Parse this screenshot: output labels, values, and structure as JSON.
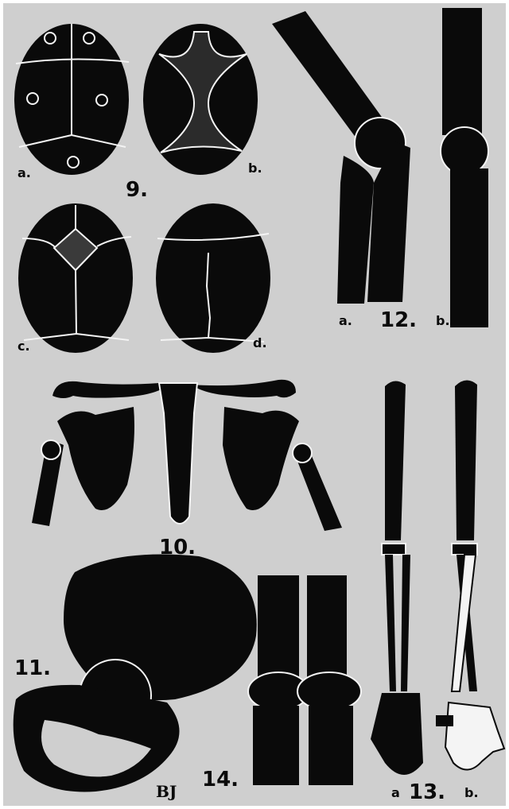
{
  "figures": {
    "fig9": {
      "number": "9.",
      "parts": [
        "a.",
        "b.",
        "c.",
        "d."
      ]
    },
    "fig10": {
      "number": "10."
    },
    "fig11": {
      "number": "11."
    },
    "fig12": {
      "number": "12.",
      "parts": [
        "a.",
        "b."
      ]
    },
    "fig13": {
      "number": "13.",
      "parts": [
        "a",
        "b."
      ]
    },
    "fig14": {
      "number": "14."
    }
  },
  "signature": "BJ",
  "colors": {
    "background": "#cfcfcf",
    "ink": "#0a0a0a",
    "paper": "#f4f4f4",
    "frame": "#ffffff"
  }
}
